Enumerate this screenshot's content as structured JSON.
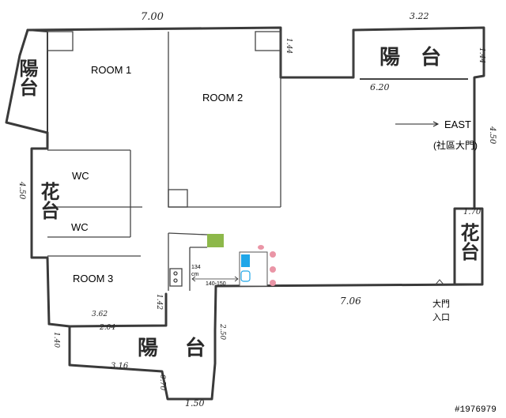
{
  "rooms": {
    "room1": "ROOM 1",
    "room2": "ROOM 2",
    "room3": "ROOM 3",
    "wc_top": "WC",
    "wc_bottom": "WC"
  },
  "balconies": {
    "top_right": "陽台",
    "left": "陽台",
    "bottom": "陽台"
  },
  "gardens": {
    "left": "花台",
    "right": "花台"
  },
  "east": {
    "arrow_text": "EAST",
    "note": "(社區大門)"
  },
  "entrance": {
    "line1": "大門",
    "line2": "入口"
  },
  "kitchen": {
    "dim_vertical": "134",
    "dim_vertical_unit": "cm",
    "dim_horizontal": "140-150"
  },
  "dimensions": {
    "top_center": "7.00",
    "top_right": "3.22",
    "right_short_1": "1.44",
    "right_short_2": "1.44",
    "balcony_width": "6.20",
    "right_side": "4.50",
    "right_garden": "1.70",
    "left_side": "4.50",
    "bottom_long": "7.06",
    "balcony_bottom_left": "3.62",
    "balcony_bottom_left2": "2.04",
    "left_lower": "1.40",
    "bottom_lower": "3.16",
    "bottom_step": "2.50",
    "bottom_small": "0.70",
    "bottom_width": "1.50",
    "side_small": "1.42"
  },
  "watermark": "#1976979",
  "colors": {
    "green_block": "#8db84a",
    "blue_fixture": "#1fa6e8",
    "pink_fixture": "#ea95a6",
    "wall": "#3a3a3a"
  }
}
